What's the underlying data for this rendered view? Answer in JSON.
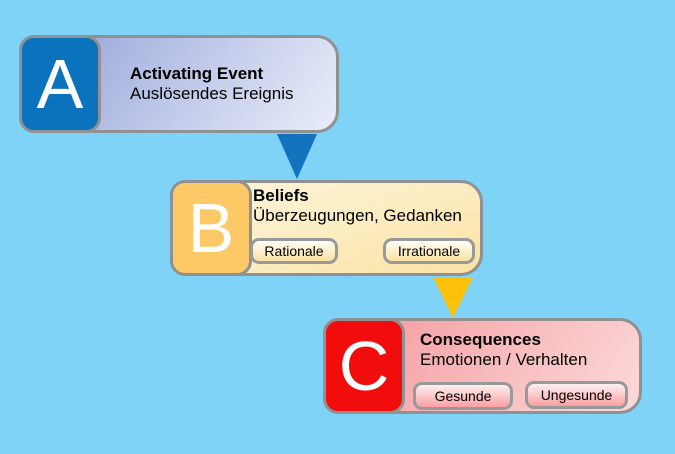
{
  "canvas": {
    "background_color": "#7ed3f7"
  },
  "boxes": [
    {
      "letter": "A",
      "title": "Activating Event",
      "subtitle": "Auslösendes Ereignis",
      "letter_bg": "#0b73bd",
      "body_gradient": [
        "#8fa0d5",
        "#e9edf8"
      ],
      "buttons": []
    },
    {
      "letter": "B",
      "title": "Beliefs",
      "subtitle": "Überzeugungen, Gedanken",
      "letter_bg": "#fcc966",
      "body_gradient": [
        "#fdf6dd",
        "#fbe2a4"
      ],
      "buttons": [
        "Rationale",
        "Irrationale"
      ]
    },
    {
      "letter": "C",
      "title": "Consequences",
      "subtitle": "Emotionen / Verhalten",
      "letter_bg": "#f20d0d",
      "body_gradient": [
        "#f4959a",
        "#fcd9d9"
      ],
      "buttons": [
        "Gesunde",
        "Ungesunde"
      ]
    }
  ],
  "connectors": [
    {
      "name": "arrow-a-to-b",
      "color": "#1374bd"
    },
    {
      "name": "arrow-b-to-c",
      "color": "#fcc108"
    }
  ],
  "border_color": "#8f9193"
}
